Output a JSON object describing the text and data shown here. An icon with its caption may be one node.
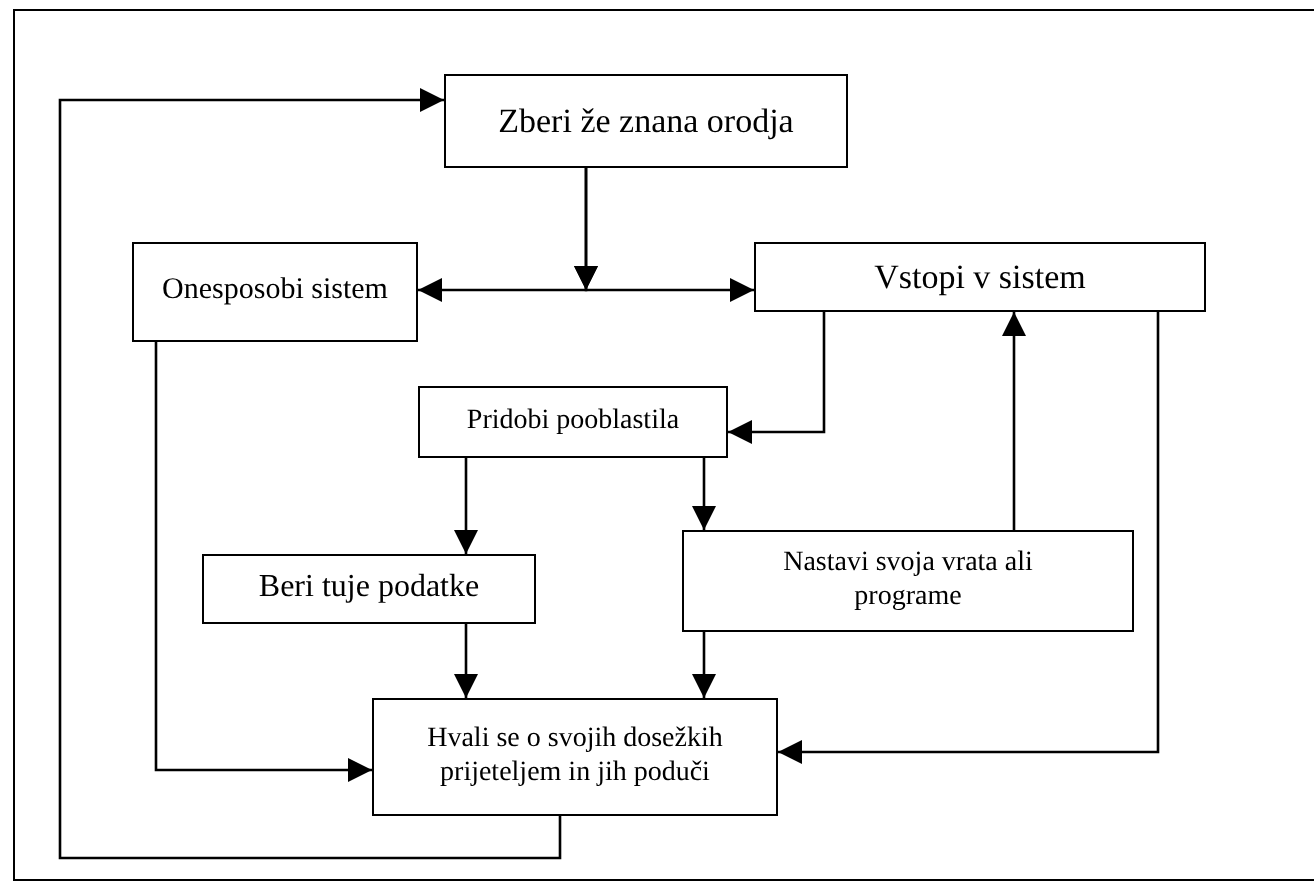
{
  "diagram": {
    "nodes": [
      {
        "text": [
          "Zberi že znana orodja"
        ]
      },
      {
        "text": [
          "Onesposobi sistem"
        ]
      },
      {
        "text": [
          "Vstopi v sistem"
        ]
      },
      {
        "text": [
          "Pridobi pooblastila"
        ]
      },
      {
        "text": [
          "Beri tuje podatke"
        ]
      },
      {
        "text": [
          "Nastavi svoja vrata ali programe"
        ]
      },
      {
        "text": [
          "Hvali se o svojih dosežkih prijeteljem in jih poduči"
        ]
      }
    ],
    "edges": [
      {
        "from": 0,
        "to": 1,
        "arrow": "to"
      },
      {
        "from": 0,
        "to": 2,
        "arrow": "to"
      },
      {
        "from": 2,
        "to": 3,
        "arrow": "to"
      },
      {
        "from": 3,
        "to": 4,
        "arrow": "to"
      },
      {
        "from": 3,
        "to": 5,
        "arrow": "to"
      },
      {
        "from": 5,
        "to": 2,
        "arrow": "to"
      },
      {
        "from": 4,
        "to": 6,
        "arrow": "to"
      },
      {
        "from": 5,
        "to": 6,
        "arrow": "to"
      },
      {
        "from": 1,
        "to": 6,
        "arrow": "to"
      },
      {
        "from": 2,
        "to": 6,
        "arrow": "to"
      },
      {
        "from": 6,
        "to": 0,
        "arrow": "to"
      }
    ]
  }
}
